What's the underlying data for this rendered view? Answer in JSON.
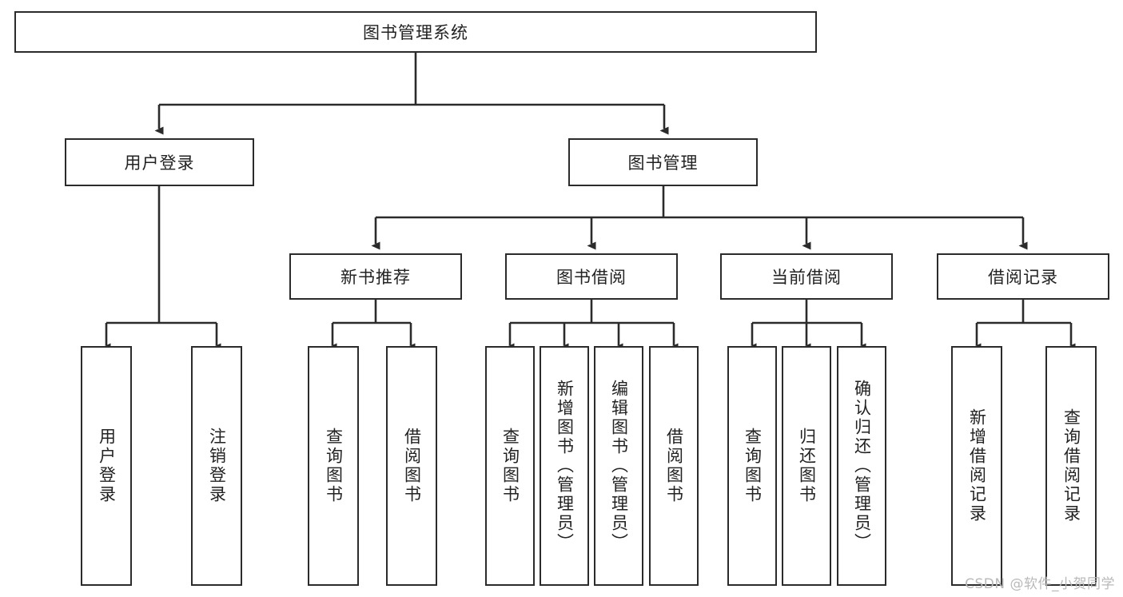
{
  "diagram": {
    "title_node": {
      "label": "图书管理系统"
    },
    "level2": [
      {
        "label": "用户登录"
      },
      {
        "label": "图书管理"
      }
    ],
    "level3": [
      {
        "label": "新书推荐"
      },
      {
        "label": "图书借阅"
      },
      {
        "label": "当前借阅"
      },
      {
        "label": "借阅记录"
      }
    ],
    "leaves": {
      "user_login": [
        {
          "label": "用户登录"
        },
        {
          "label": "注销登录"
        }
      ],
      "new_book_recommend": [
        {
          "label": "查询图书"
        },
        {
          "label": "借阅图书"
        }
      ],
      "book_borrow": [
        {
          "label": "查询图书"
        },
        {
          "label": "新增图书（管理员）"
        },
        {
          "label": "编辑图书（管理员）"
        },
        {
          "label": "借阅图书"
        }
      ],
      "current_borrow": [
        {
          "label": "查询图书"
        },
        {
          "label": "归还图书"
        },
        {
          "label": "确认归还（管理员）"
        }
      ],
      "borrow_record": [
        {
          "label": "新增借阅记录"
        },
        {
          "label": "查询借阅记录"
        }
      ]
    }
  },
  "watermark": {
    "text": "CSDN @软件_小贺同学"
  },
  "colors": {
    "border": "#2b2b2b",
    "text": "#222222",
    "background": "#ffffff",
    "watermark": "#b9b9b9"
  }
}
